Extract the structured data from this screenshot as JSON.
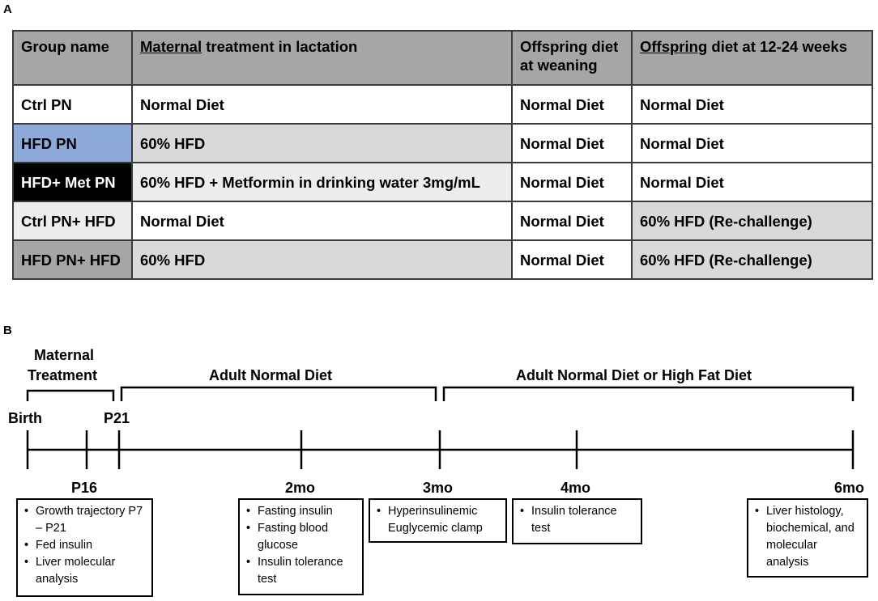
{
  "panel_a": {
    "label": "A",
    "headers": {
      "group": "Group name",
      "maternal_u": "Maternal",
      "maternal_rest": " treatment in lactation",
      "weaning": "Offspring diet at weaning",
      "offspring_u": "Offspring",
      "offspring_rest": " diet at 12-24 weeks"
    },
    "rows": [
      {
        "group": "Ctrl PN",
        "maternal": "Normal Diet",
        "weaning": "Normal Diet",
        "adult": "Normal Diet"
      },
      {
        "group": "HFD PN",
        "maternal": "60% HFD",
        "weaning": "Normal Diet",
        "adult": "Normal Diet"
      },
      {
        "group": "HFD+ Met PN",
        "maternal": "60% HFD + Metformin in drinking water 3mg/mL",
        "weaning": "Normal Diet",
        "adult": "Normal Diet"
      },
      {
        "group": "Ctrl PN+ HFD",
        "maternal": "Normal Diet",
        "weaning": "Normal Diet",
        "adult": "60% HFD (Re-challenge)"
      },
      {
        "group": "HFD PN+ HFD",
        "maternal": "60% HFD",
        "weaning": "Normal Diet",
        "adult": "60% HFD (Re-challenge)"
      }
    ],
    "colors": {
      "header_bg": "#a6a6a6",
      "hfd_pn": "#8eaadb",
      "hfd_met_pn": "#000000",
      "hfd_pn_hfd": "#a6a6a6",
      "hfd_cell": "#d9d9d9",
      "met_cell": "#ededed",
      "rechallenge_cell": "#d9d9d9"
    }
  },
  "panel_b": {
    "label": "B",
    "phases": {
      "maternal_line1": "Maternal",
      "maternal_line2": "Treatment",
      "adult_normal": "Adult Normal Diet",
      "adult_normal_or_hfd": "Adult Normal Diet or High Fat Diet"
    },
    "ticks": {
      "birth": "Birth",
      "p21": "P21",
      "p16": "P16",
      "m2": "2mo",
      "m3": "3mo",
      "m4": "4mo",
      "m6": "6mo"
    },
    "boxes": {
      "p16": [
        "Growth trajectory P7 – P21",
        "Fed insulin",
        "Liver molecular analysis"
      ],
      "m2": [
        "Fasting insulin",
        "Fasting blood glucose",
        "Insulin tolerance test"
      ],
      "m3": [
        "Hyperinsulinemic Euglycemic clamp"
      ],
      "m4": [
        "Insulin tolerance test"
      ],
      "m6": [
        "Liver histology, biochemical, and molecular analysis"
      ]
    }
  }
}
